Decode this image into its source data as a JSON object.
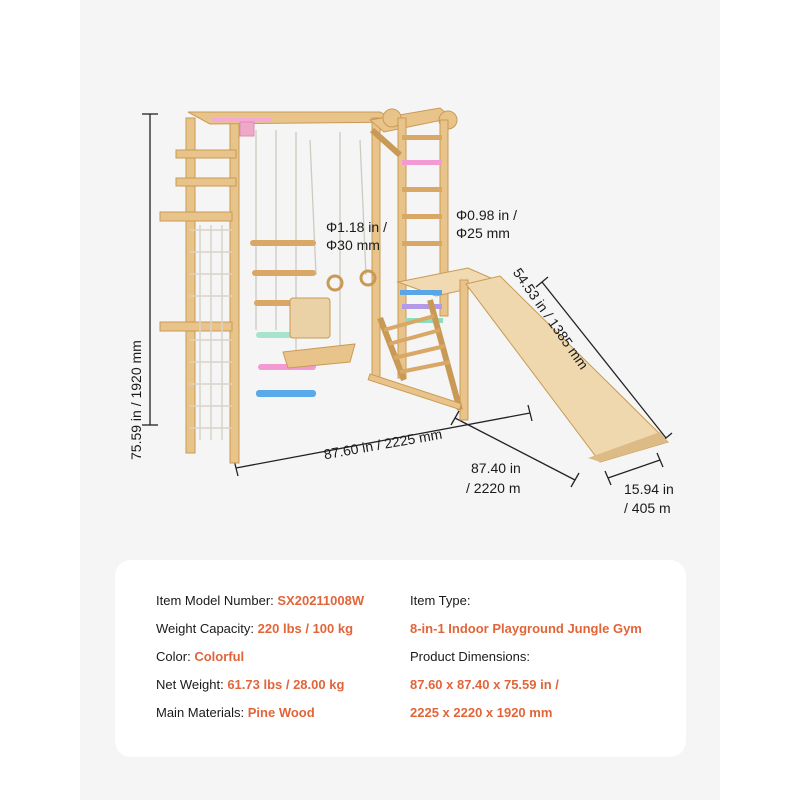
{
  "dimensions": {
    "height": "75.59 in / 1920 mm",
    "width": "87.60 in / 2225 mm",
    "depth_line1": "87.40 in",
    "depth_line2": "/ 2220 m",
    "slide_length": "54.53 in / 1385 mm",
    "slide_width_line1": "15.94 in",
    "slide_width_line2": "/ 405 m",
    "bar1_line1": "Φ1.18 in /",
    "bar1_line2": "Φ30 mm",
    "bar2_line1": "Φ0.98 in /",
    "bar2_line2": "Φ25 mm"
  },
  "specs": {
    "model_label": "Item Model Number:",
    "model_value": "SX20211008W",
    "capacity_label": "Weight Capacity:",
    "capacity_value": "220 lbs / 100 kg",
    "color_label": "Color:",
    "color_value": "Colorful",
    "net_weight_label": "Net Weight:",
    "net_weight_value": "61.73 lbs / 28.00 kg",
    "materials_label": "Main Materials:",
    "materials_value": "Pine Wood",
    "type_label": "Item Type:",
    "type_value": "8-in-1 Indoor Playground Jungle Gym",
    "product_dims_label": "Product Dimensions:",
    "product_dims_value1": "87.60 x 87.40 x 75.59 in /",
    "product_dims_value2": "2225 x 2220 x 1920 mm"
  },
  "colors": {
    "accent": "#e2653a",
    "wood": "#e9c48a",
    "wood_dark": "#c99a55",
    "pink": "#f08fc6",
    "teal": "#8fdcc0",
    "blue": "#58a6e6",
    "violet": "#b39ae8"
  }
}
